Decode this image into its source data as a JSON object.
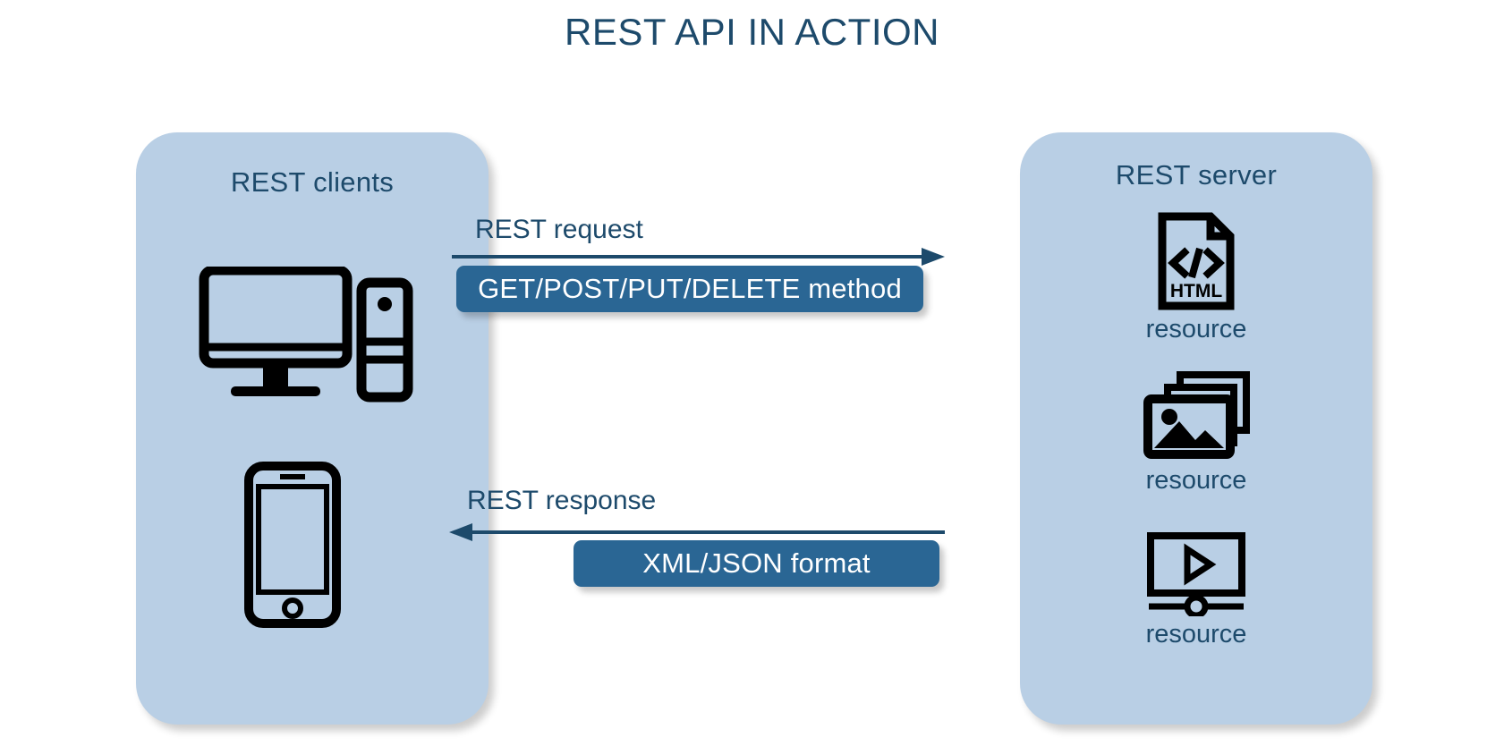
{
  "title": "REST API IN ACTION",
  "colors": {
    "panel_fill": "#b9cfe5",
    "text_navy": "#1d4a6b",
    "badge_blue": "#2a6694",
    "icon_black": "#000000",
    "background": "#ffffff"
  },
  "clients_panel": {
    "title": "REST clients",
    "icons": [
      {
        "name": "desktop-computer-icon"
      },
      {
        "name": "smartphone-icon"
      }
    ]
  },
  "server_panel": {
    "title": "REST server",
    "resources": [
      {
        "icon": "html-document-icon",
        "icon_text": "HTML",
        "label": "resource"
      },
      {
        "icon": "images-stack-icon",
        "label": "resource"
      },
      {
        "icon": "video-player-icon",
        "label": "resource"
      }
    ]
  },
  "flows": [
    {
      "name": "request",
      "caption": "REST request",
      "badge": "GET/POST/PUT/DELETE method",
      "direction": "client-to-server"
    },
    {
      "name": "response",
      "caption": "REST response",
      "badge": "XML/JSON format",
      "direction": "server-to-client"
    }
  ]
}
